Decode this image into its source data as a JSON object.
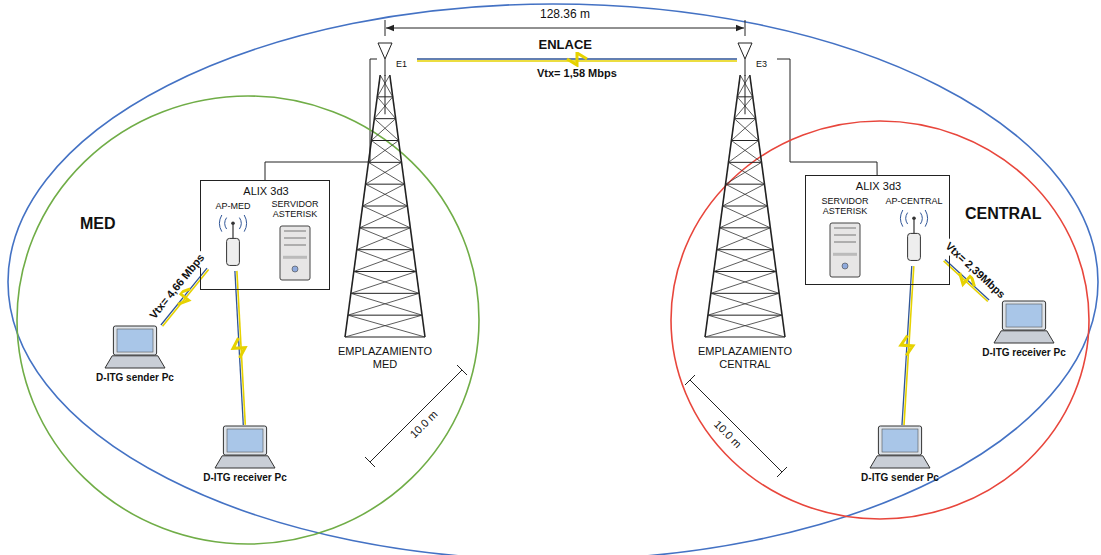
{
  "diagram": {
    "nodes": [
      {
        "text": [
          "MED"
        ]
      },
      {
        "text": [
          "ALIX 3d3"
        ],
        "in": 0
      },
      {
        "text": [
          "AP-MED"
        ],
        "in": 1
      },
      {
        "text": [
          "SERVIDOR ASTERISK"
        ],
        "in": 1
      },
      {
        "text": [
          "D-ITG sender Pc"
        ],
        "in": 0
      },
      {
        "text": [
          "D-ITG receiver Pc"
        ],
        "in": 0
      },
      {
        "text": [
          "EMPLAZAMIENTO MED"
        ],
        "in": 0
      },
      {
        "text": [
          "E1"
        ]
      },
      {
        "text": [
          "CENTRAL"
        ]
      },
      {
        "text": [
          "ALIX 3d3"
        ],
        "in": 8
      },
      {
        "text": [
          "SERVIDOR ASTERISK"
        ],
        "in": 9
      },
      {
        "text": [
          "AP-CENTRAL"
        ],
        "in": 9
      },
      {
        "text": [
          "D-ITG receiver Pc"
        ],
        "in": 8
      },
      {
        "text": [
          "D-ITG sender Pc"
        ],
        "in": 8
      },
      {
        "text": [
          "EMPLAZAMIENTO CENTRAL"
        ],
        "in": 8
      },
      {
        "text": [
          "E3"
        ]
      }
    ],
    "edges": [
      {
        "from": 7,
        "to": 15,
        "arrow": "none",
        "label": "Vtx= 1,58 Mbps"
      },
      {
        "from": 4,
        "to": 2,
        "arrow": "none",
        "label": "Vtx= 4,66 Mbps"
      },
      {
        "from": 5,
        "to": 2,
        "arrow": "none"
      },
      {
        "from": 11,
        "to": 12,
        "arrow": "none",
        "label": "Vtx= 2,39Mbps"
      },
      {
        "from": 13,
        "to": 11,
        "arrow": "none"
      },
      {
        "from": 7,
        "to": 1,
        "arrow": "none"
      },
      {
        "from": 15,
        "to": 9,
        "arrow": "none"
      }
    ],
    "labels": [
      "128.36 m",
      "ENLACE",
      "10.0 m",
      "10.0 m"
    ]
  }
}
